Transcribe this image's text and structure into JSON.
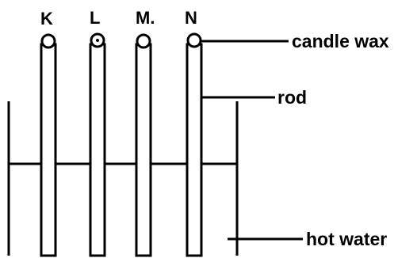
{
  "rods": [
    {
      "id": "rod-k",
      "label": "K"
    },
    {
      "id": "rod-l",
      "label": "L"
    },
    {
      "id": "rod-m",
      "label": "M."
    },
    {
      "id": "rod-n",
      "label": "N"
    }
  ],
  "annotations": {
    "candle_wax": "candle wax",
    "rod": "rod",
    "hot_water": "hot water"
  }
}
